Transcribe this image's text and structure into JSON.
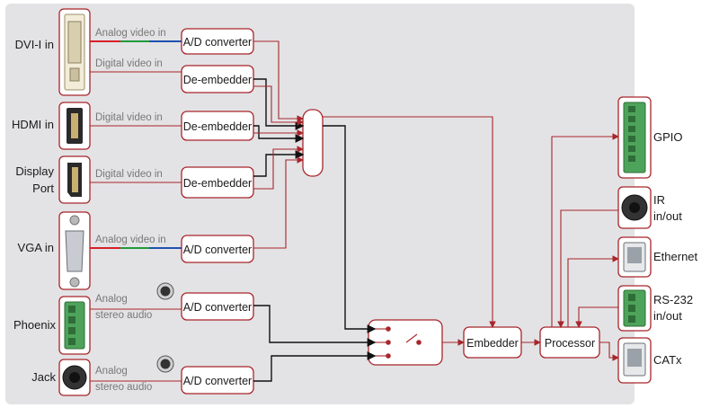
{
  "inputs": {
    "dvi": "DVI-I in",
    "hdmi": "HDMI in",
    "dp_line1": "Display",
    "dp_line2": "Port",
    "vga": "VGA in",
    "phoenix": "Phoenix",
    "jack": "Jack"
  },
  "signals": {
    "dvi_analog": "Analog video in",
    "dvi_digital": "Digital video in",
    "hdmi_digital": "Digital video in",
    "dp_digital": "Digital video in",
    "vga_analog": "Analog video in",
    "phoenix_analog_1": "Analog",
    "phoenix_analog_2": "stereo audio",
    "jack_analog_1": "Analog",
    "jack_analog_2": "stereo audio"
  },
  "blocks": {
    "ad_dvi": "A/D converter",
    "deemb_dvi": "De-embedder",
    "deemb_hdmi": "De-embedder",
    "deemb_dp": "De-embedder",
    "ad_vga": "A/D converter",
    "ad_phoenix": "A/D converter",
    "ad_jack": "A/D converter",
    "embedder": "Embedder",
    "processor": "Processor"
  },
  "outputs": {
    "gpio": "GPIO",
    "ir_1": "IR",
    "ir_2": "in/out",
    "ethernet": "Ethernet",
    "rs232_1": "RS-232",
    "rs232_2": "in/out",
    "catx": "CATx"
  },
  "colors": {
    "background_panel": "#e3e3e5",
    "accent": "#a8262b",
    "analog_red": "#d6202a",
    "analog_green": "#1f9a3c",
    "analog_blue": "#2050b0",
    "terminal_green": "#4ea35a"
  }
}
